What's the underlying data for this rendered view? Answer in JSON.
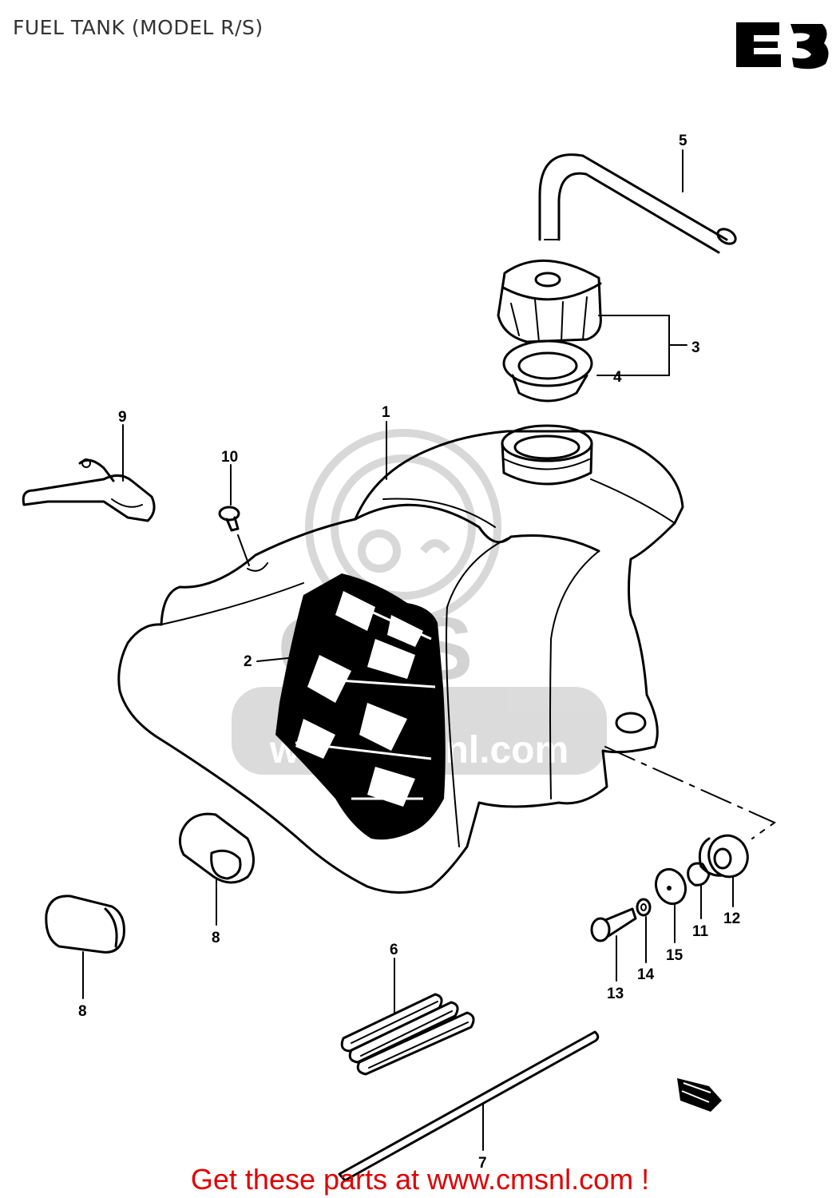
{
  "title": "FUEL TANK (MODEL R/S)",
  "region_code": "E3",
  "footer": {
    "text": "Get these parts at www.cmsnl.com !",
    "color": "#e00000"
  },
  "watermark": {
    "logo_text": "CMS",
    "site_text": "www.cmsnl.com"
  },
  "callouts": {
    "c1": "1",
    "c2": "2",
    "c3": "3",
    "c4": "4",
    "c5": "5",
    "c6": "6",
    "c7": "7",
    "c8a": "8",
    "c8b": "8",
    "c9": "9",
    "c10": "10",
    "c11": "11",
    "c12": "12",
    "c13": "13",
    "c14": "14",
    "c15": "15"
  }
}
